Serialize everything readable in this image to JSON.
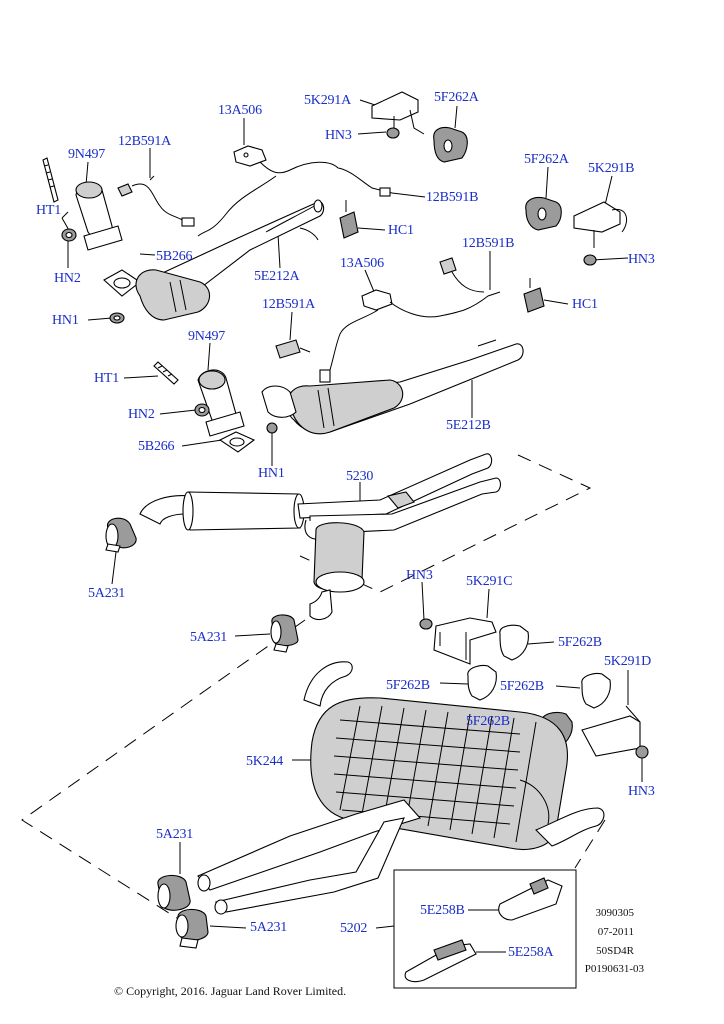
{
  "labels": {
    "p5K291A_top": "5K291A",
    "p5F262A_top": "5F262A",
    "p13A506_top": "13A506",
    "pHN3_top": "HN3",
    "p12B591A_top": "12B591A",
    "p9N497_top": "9N497",
    "p12B591B_top": "12B591B",
    "pHT1_top": "HT1",
    "pHC1_top": "HC1",
    "p5F262A_right": "5F262A",
    "p5K291B": "5K291B",
    "p5B266_top": "5B266",
    "pHN2_top": "HN2",
    "p5E212A": "5E212A",
    "p13A506_mid": "13A506",
    "p12B591B_mid": "12B591B",
    "pHN3_right": "HN3",
    "pHN1_top": "HN1",
    "p12B591A_mid": "12B591A",
    "pHC1_mid": "HC1",
    "p9N497_mid": "9N497",
    "pHT1_mid": "HT1",
    "pHN2_mid": "HN2",
    "p5E212B": "5E212B",
    "p5B266_mid": "5B266",
    "pHN1_mid": "HN1",
    "p5230": "5230",
    "p5A231_a": "5A231",
    "pHN3_low": "HN3",
    "p5K291C": "5K291C",
    "p5A231_b": "5A231",
    "p5F262B_a": "5F262B",
    "p5K291D": "5K291D",
    "p5F262B_b": "5F262B",
    "p5F262B_c": "5F262B",
    "p5F262B_d": "5F262B",
    "p5K244": "5K244",
    "pHN3_bottom": "HN3",
    "p5A231_c": "5A231",
    "p5E258B": "5E258B",
    "p5202": "5202",
    "p5A231_d": "5A231",
    "p5E258A": "5E258A"
  },
  "meta": {
    "ref1": "3090305",
    "ref2": "07-2011",
    "ref3": "50SD4R",
    "ref4": "P0190631-03",
    "copyright": "© Copyright, 2016. Jaguar Land Rover Limited."
  }
}
